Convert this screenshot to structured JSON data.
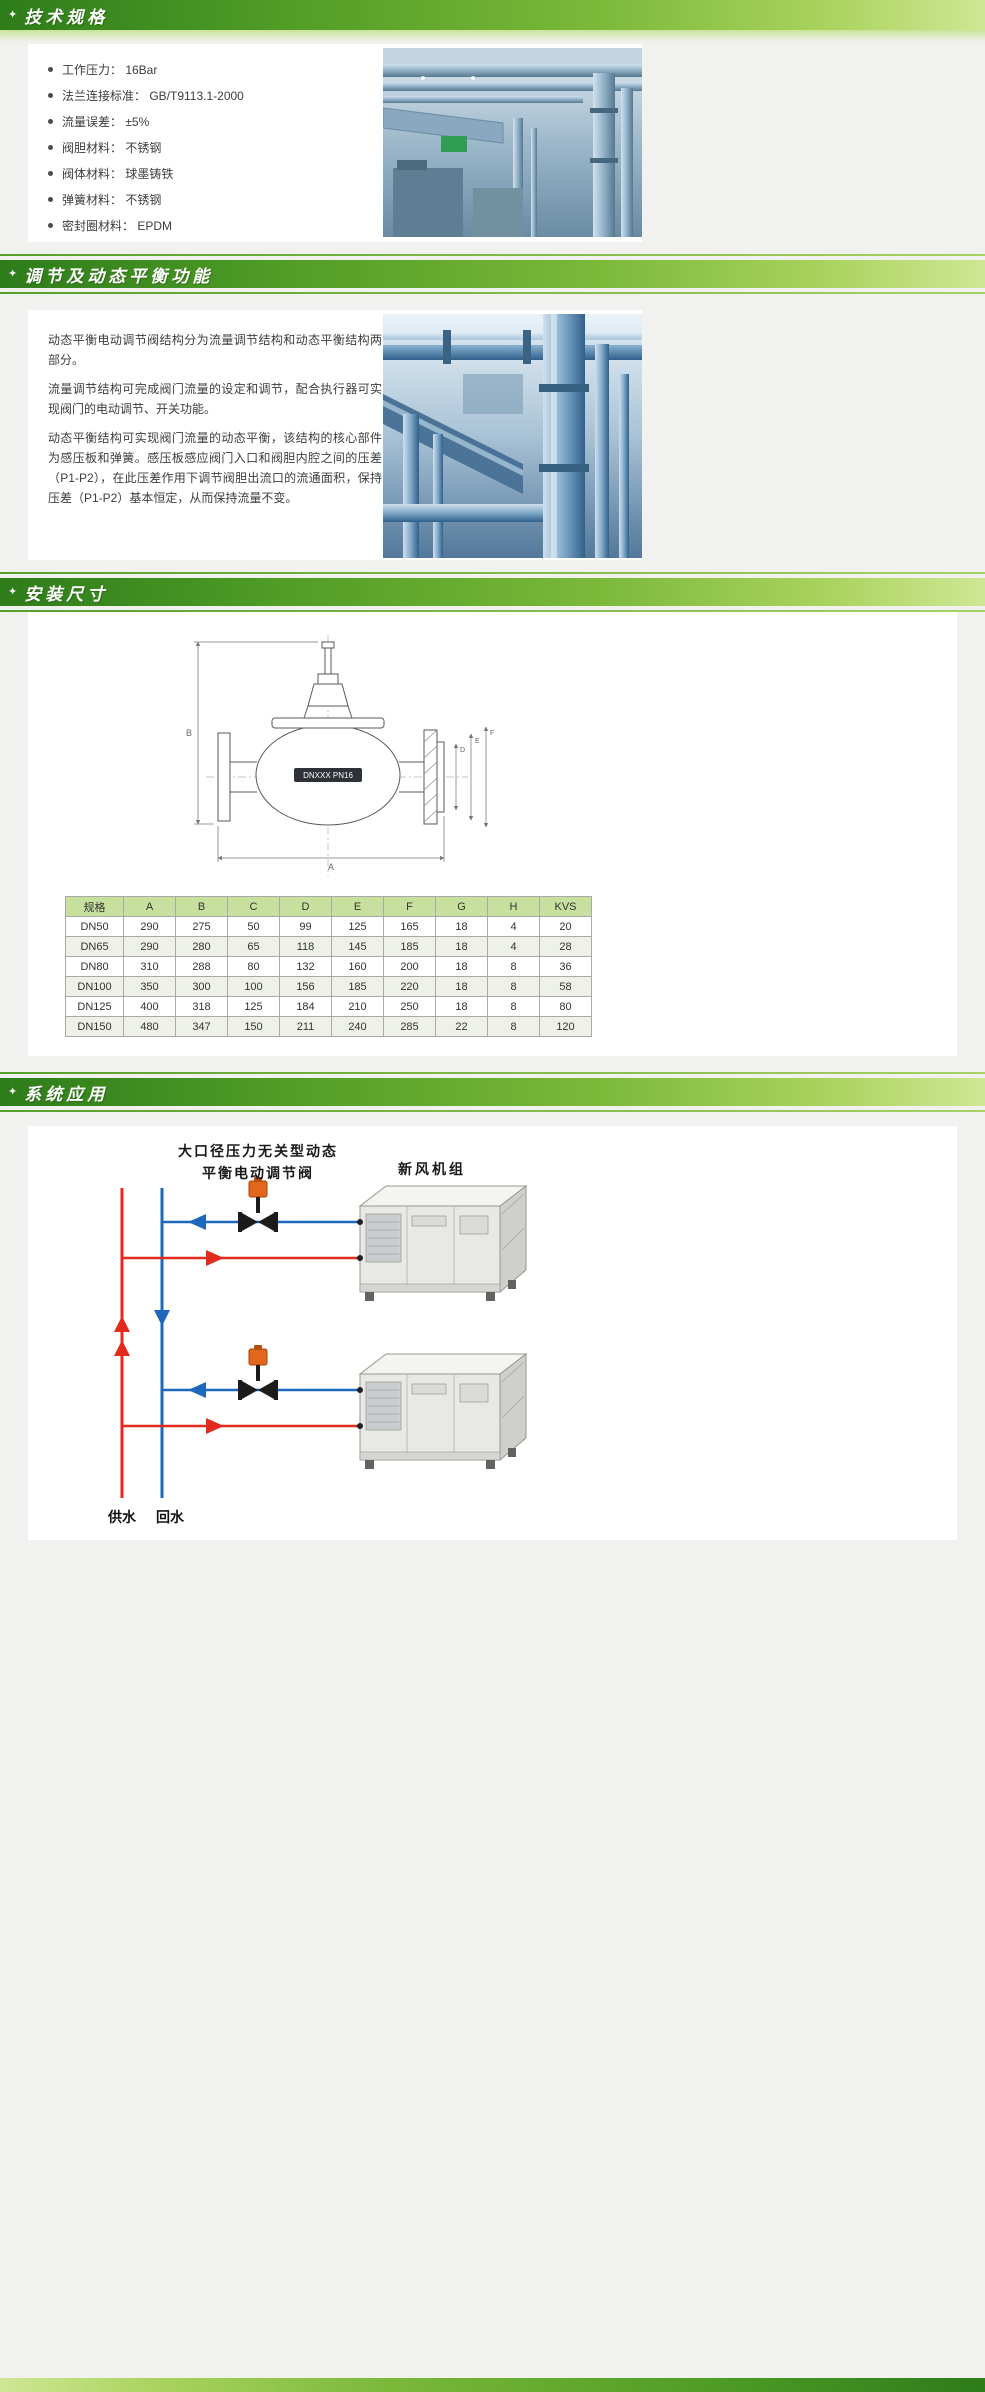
{
  "page": {
    "background": "#f1f1ef",
    "banner_gradient_start": "#2e7c1a",
    "banner_gradient_end": "#cfe794",
    "star_icon_char": "✦"
  },
  "sections": {
    "specs": {
      "title": "技术规格",
      "items": [
        "工作压力： 16Bar",
        "法兰连接标准： GB/T9113.1-2000",
        "流量误差： ±5%",
        "阀胆材料： 不锈钢",
        "阀体材料： 球墨铸铁",
        "弹簧材料： 不锈钢",
        "密封圈材料： EPDM"
      ]
    },
    "function": {
      "title": "调节及动态平衡功能",
      "paragraphs": [
        "动态平衡电动调节阀结构分为流量调节结构和动态平衡结构两部分。",
        "流量调节结构可完成阀门流量的设定和调节，配合执行器可实现阀门的电动调节、开关功能。",
        "动态平衡结构可实现阀门流量的动态平衡，该结构的核心部件为感压板和弹簧。感压板感应阀门入口和阀胆内腔之间的压差（P1-P2），在此压差作用下调节阀胆出流口的流通面积，保持压差（P1-P2）基本恒定，从而保持流量不变。"
      ]
    },
    "dimensions": {
      "title": "安装尺寸",
      "drawing": {
        "nameplate": "DNXXX PN16",
        "dim_a": "A",
        "dim_b": "B",
        "dim_d": "D",
        "dim_e": "E",
        "dim_f": "F"
      },
      "table": {
        "headers": [
          "规格",
          "A",
          "B",
          "C",
          "D",
          "E",
          "F",
          "G",
          "H",
          "KVS"
        ],
        "rows": [
          [
            "DN50",
            "290",
            "275",
            "50",
            "99",
            "125",
            "165",
            "18",
            "4",
            "20"
          ],
          [
            "DN65",
            "290",
            "280",
            "65",
            "118",
            "145",
            "185",
            "18",
            "4",
            "28"
          ],
          [
            "DN80",
            "310",
            "288",
            "80",
            "132",
            "160",
            "200",
            "18",
            "8",
            "36"
          ],
          [
            "DN100",
            "350",
            "300",
            "100",
            "156",
            "185",
            "220",
            "18",
            "8",
            "58"
          ],
          [
            "DN125",
            "400",
            "318",
            "125",
            "184",
            "210",
            "250",
            "18",
            "8",
            "80"
          ],
          [
            "DN150",
            "480",
            "347",
            "150",
            "211",
            "240",
            "285",
            "22",
            "8",
            "120"
          ]
        ]
      }
    },
    "application": {
      "title": "系统应用",
      "valve_label_line1": "大口径压力无关型动态",
      "valve_label_line2": "平衡电动调节阀",
      "unit_label": "新风机组",
      "supply_label": "供水",
      "return_label": "回水",
      "supply_color": "#e02b1e",
      "return_color": "#1e68bb",
      "actuator_color": "#e2661c"
    }
  }
}
